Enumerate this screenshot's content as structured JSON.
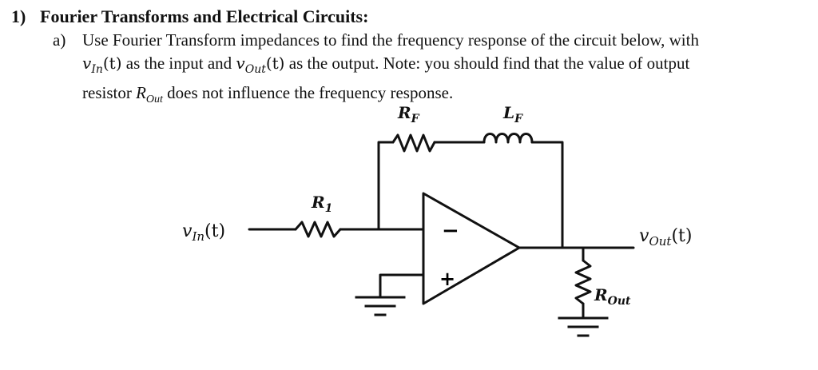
{
  "heading": {
    "number": "1)",
    "title": "Fourier Transforms and Electrical Circuits:"
  },
  "part_a": {
    "marker": "a)",
    "line1": "Use Fourier Transform impedances to find the frequency response of the circuit below, with",
    "v_symbol": "v",
    "in_sub": "In",
    "out_sub": "Out",
    "arg": "(t)",
    "line2_mid": " as the input and ",
    "line2_end": " as the output.  Note: you should find that the value of output",
    "line3_start": "resistor ",
    "r_symbol": "R",
    "line3_end": " does not influence the frequency response."
  },
  "circuit": {
    "input_label": {
      "symbol": "v",
      "sub": "In",
      "arg": "(t)"
    },
    "output_label": {
      "symbol": "v",
      "sub": "Out",
      "arg": "(t)"
    },
    "r_feedback": {
      "symbol": "R",
      "sub": "F"
    },
    "l_feedback": {
      "symbol": "L",
      "sub": "F"
    },
    "r_input": {
      "symbol": "R",
      "sub": "1"
    },
    "r_output": {
      "symbol": "R",
      "sub": "Out"
    },
    "opamp_minus": "−",
    "opamp_plus": "+"
  }
}
